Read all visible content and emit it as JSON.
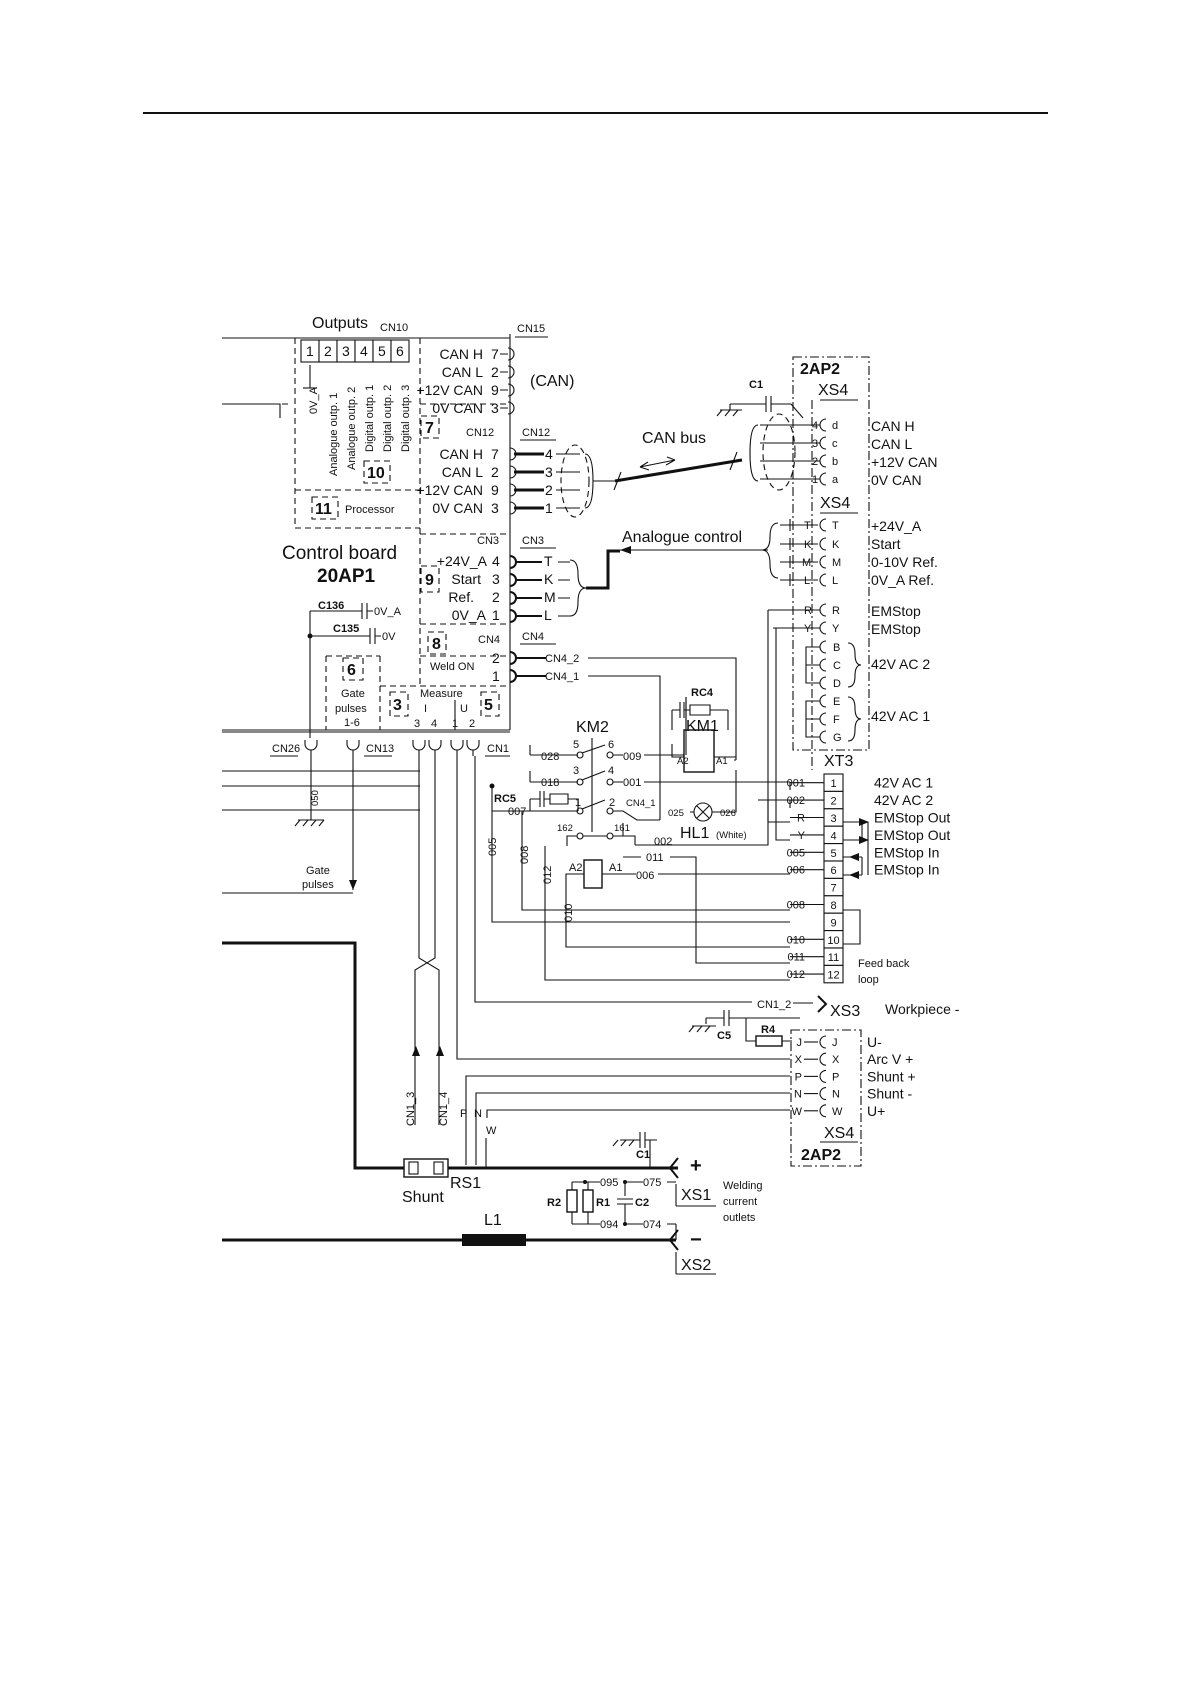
{
  "cn10": {
    "title": "Outputs",
    "name": "CN10",
    "pins": [
      "1",
      "2",
      "3",
      "4",
      "5",
      "6"
    ],
    "outputs": [
      "Analogue outp. 1",
      "Analogue outp. 2",
      "Digital outp. 1",
      "Digital outp. 2",
      "Digital outp. 3"
    ],
    "ground": "0V_A"
  },
  "markers": {
    "m7": "7",
    "m10": "10",
    "m11": "11",
    "m9": "9",
    "m8": "8",
    "m6": "6",
    "m3": "3",
    "m5": "5"
  },
  "processor": "Processor",
  "cn15": {
    "name": "CN15",
    "lines": [
      "CAN H",
      "CAN L",
      "+12V CAN",
      "0V CAN"
    ],
    "pins": [
      "7",
      "2",
      "9",
      "3"
    ],
    "tag": "(CAN)"
  },
  "cn12": {
    "name": "CN12",
    "name2": "CN12",
    "lines": [
      "CAN H",
      "CAN L",
      "+12V CAN",
      "0V CAN"
    ],
    "pins": [
      "7",
      "2",
      "9",
      "3"
    ],
    "pins2": [
      "4",
      "3",
      "2",
      "1"
    ]
  },
  "board": {
    "label": "Control board",
    "id": "20AP1"
  },
  "cn3": {
    "name": "CN3",
    "name2": "CN3",
    "lines": [
      "+24V_A",
      "Start",
      "Ref.",
      "0V_A"
    ],
    "pins": [
      "4",
      "3",
      "2",
      "1"
    ],
    "pins2": [
      "T",
      "K",
      "M",
      "L"
    ]
  },
  "caps": {
    "c136": "C136",
    "c136_net": "0V_A",
    "c135": "C135",
    "c135_net": "0V"
  },
  "cn4": {
    "name": "CN4",
    "name2": "CN4",
    "func": "Weld ON",
    "pins": [
      "2",
      "1"
    ],
    "nets": [
      "CN4_2",
      "CN4_1"
    ]
  },
  "gate": {
    "label": "Gate",
    "label2": "pulses",
    "label3": "1-6",
    "out": "Gate",
    "out2": "pulses"
  },
  "measure": {
    "label": "Measure",
    "i": "I",
    "u": "U",
    "pins": [
      "3",
      "4",
      "1",
      "2"
    ]
  },
  "bottom_conn": {
    "cn26": "CN26",
    "cn13": "CN13",
    "cn1": "CN1",
    "net050": "050"
  },
  "can_bus": "CAN bus",
  "analogue_control": "Analogue control",
  "ap2": {
    "name": "2AP2",
    "xs4": "XS4",
    "xs4b": "XS4",
    "c1": "C1",
    "can_pins": [
      "4",
      "3",
      "2",
      "1"
    ],
    "can_letters": [
      "d",
      "c",
      "b",
      "a"
    ],
    "can_lines": [
      "CAN H",
      "CAN L",
      "+12V CAN",
      "0V CAN"
    ],
    "ctl_pins": [
      "T",
      "K",
      "M",
      "L"
    ],
    "ctl_lines": [
      "+24V_A",
      "Start",
      "0-10V Ref.",
      "0V_A  Ref."
    ],
    "em_pins": [
      "R",
      "Y"
    ],
    "em_lines": [
      "EMStop",
      "EMStop"
    ],
    "ac_pins": [
      "B",
      "C",
      "D",
      "E",
      "F",
      "G"
    ],
    "ac2": "42V AC 2",
    "ac1": "42V AC 1"
  },
  "km2": {
    "name": "KM2",
    "c5": "5",
    "c6": "6",
    "c3": "3",
    "c4": "4",
    "c1": "1",
    "c2": "2",
    "n028": "028",
    "n009": "009",
    "n018": "018",
    "n001": "001",
    "n007": "007",
    "n_cn41": "CN4_1",
    "n025": "025",
    "n026": "026",
    "n162": "162",
    "n161": "161",
    "n002": "002",
    "n011": "011",
    "n006": "006",
    "a1": "A1",
    "a2": "A2"
  },
  "rc4": "RC4",
  "rc5": "RC5",
  "km1": {
    "name": "KM1",
    "a1": "A1",
    "a2": "A2"
  },
  "hl1": {
    "name": "HL1",
    "note": "(White)"
  },
  "left_nets": {
    "n005": "005",
    "n008": "008",
    "n012": "012",
    "n010": "010"
  },
  "xt3": {
    "name": "XT3",
    "rows": [
      {
        "pin": "1",
        "net": "001",
        "label": "42V AC 1"
      },
      {
        "pin": "2",
        "net": "002",
        "label": "42V AC 2"
      },
      {
        "pin": "3",
        "net": "R",
        "label": "EMStop Out"
      },
      {
        "pin": "4",
        "net": "Y",
        "label": "EMStop Out"
      },
      {
        "pin": "5",
        "net": "005",
        "label": "EMStop In"
      },
      {
        "pin": "6",
        "net": "006",
        "label": "EMStop In"
      },
      {
        "pin": "7",
        "net": "",
        "label": ""
      },
      {
        "pin": "8",
        "net": "008",
        "label": ""
      },
      {
        "pin": "9",
        "net": "",
        "label": ""
      },
      {
        "pin": "10",
        "net": "010",
        "label": ""
      },
      {
        "pin": "11",
        "net": "011",
        "label": ""
      },
      {
        "pin": "12",
        "net": "012",
        "label": ""
      }
    ],
    "feedback": "Feed back",
    "feedback2": "loop"
  },
  "xs3": {
    "name": "XS3",
    "net": "CN1_2",
    "label": "Workpiece  -",
    "c5": "C5",
    "r4": "R4"
  },
  "xs4_bottom": {
    "pins": [
      {
        "pin": "J",
        "label": "U-"
      },
      {
        "pin": "X",
        "label": "Arc V +"
      },
      {
        "pin": "P",
        "label": "Shunt +"
      },
      {
        "pin": "N",
        "label": "Shunt -"
      },
      {
        "pin": "W",
        "label": "U+"
      }
    ],
    "name": "XS4",
    "id": "2AP2"
  },
  "shunt": {
    "label": "Shunt",
    "rs1": "RS1",
    "cn13": "CN1_3",
    "cn14": "CN1_4",
    "p": "P",
    "n": "N",
    "w": "W"
  },
  "outlets": {
    "c1": "C1",
    "xs1": "XS1",
    "xs2": "XS2",
    "plus": "+",
    "minus": "−",
    "n095": "095",
    "n075": "075",
    "n094": "094",
    "n074": "074",
    "r1": "R1",
    "r2": "R2",
    "c2": "C2",
    "l1": "L1",
    "label": "Welding",
    "label2": "current",
    "label3": "outlets"
  }
}
